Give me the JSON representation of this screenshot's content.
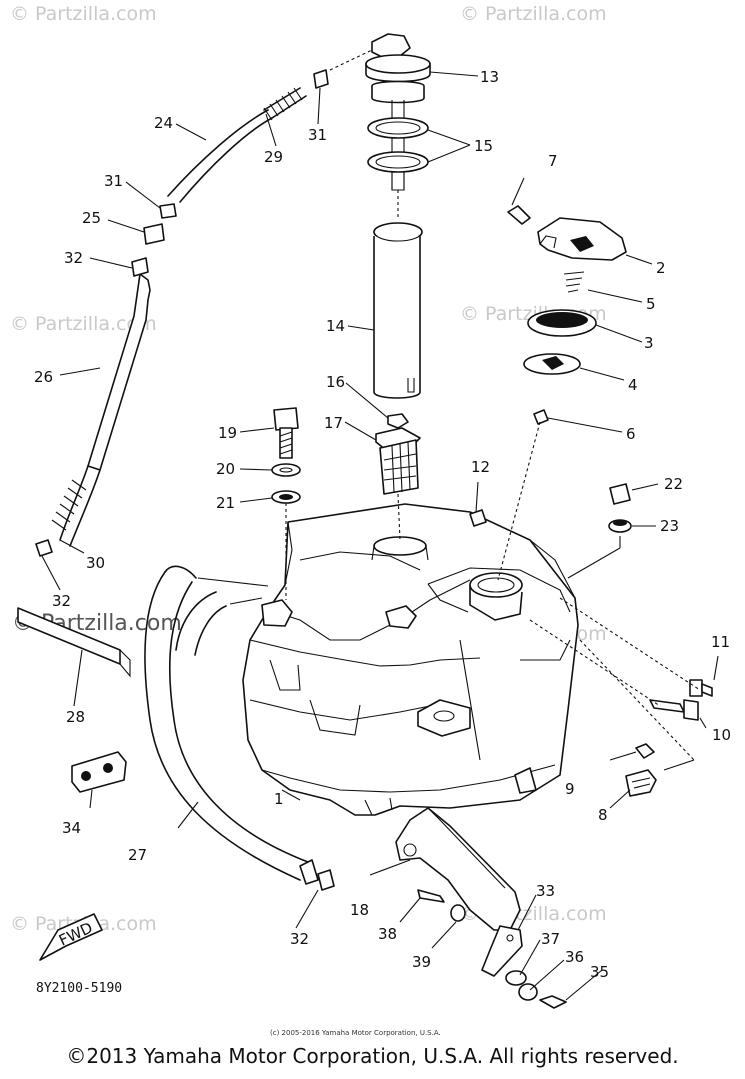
{
  "watermark": "© Partzilla.com",
  "watermark_dark": "© Partzilla.com",
  "diagram_code": "8Y2100-5190",
  "small_copyright": "(c) 2005-2016 Yamaha Motor Corporation, U.S.A.",
  "footer_text": "©2013 Yamaha Motor Corporation, U.S.A. All rights reserved.",
  "fwd_label": "FWD",
  "callouts": [
    "1",
    "2",
    "3",
    "4",
    "5",
    "6",
    "7",
    "8",
    "9",
    "10",
    "11",
    "12",
    "13",
    "14",
    "15",
    "16",
    "17",
    "18",
    "19",
    "20",
    "21",
    "22",
    "23",
    "24",
    "25",
    "26",
    "27",
    "28",
    "29",
    "30",
    "31",
    "31",
    "32",
    "32",
    "32",
    "33",
    "34",
    "35",
    "36",
    "37",
    "38",
    "39"
  ]
}
